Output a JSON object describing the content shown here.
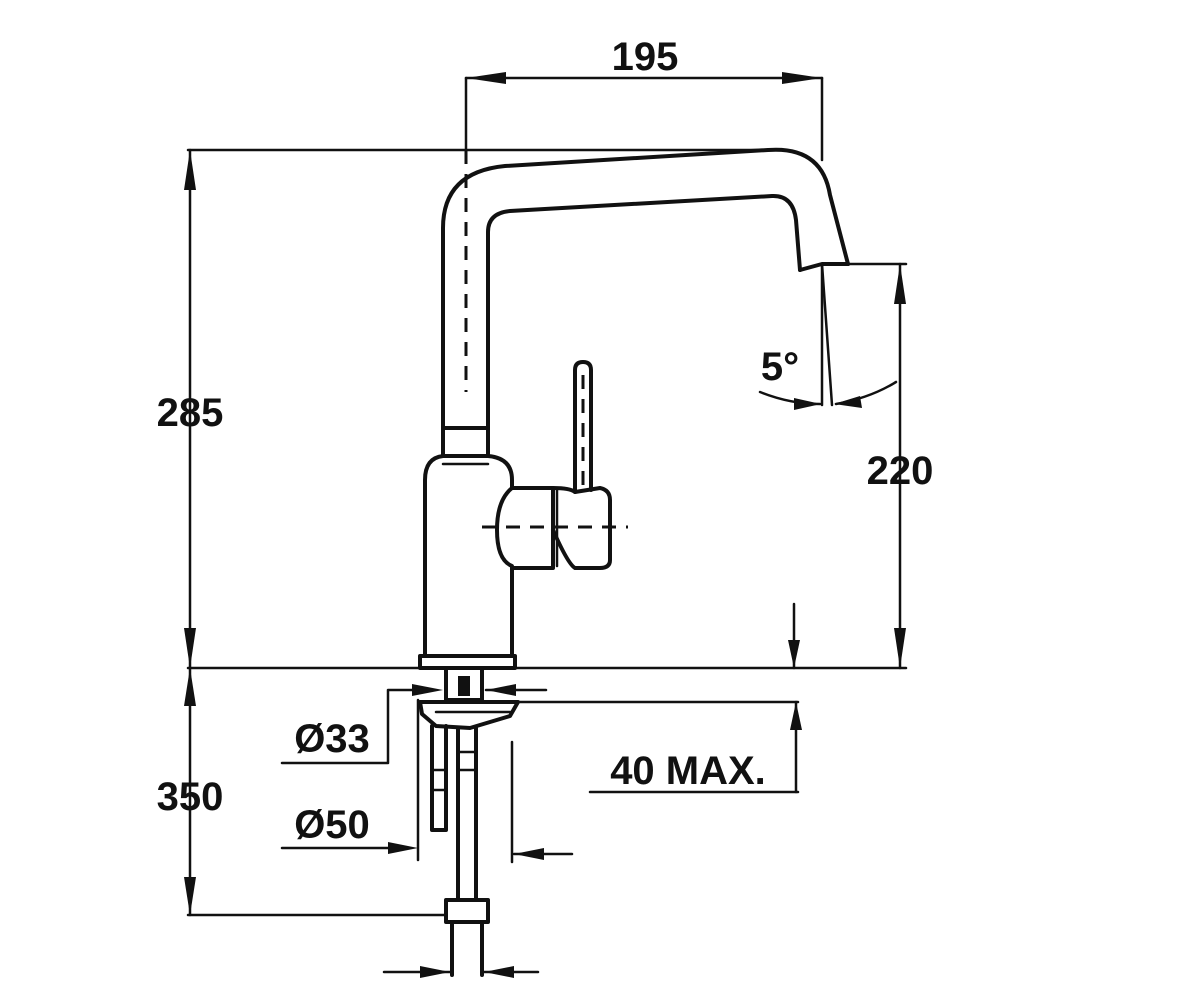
{
  "dimensions": {
    "spout_reach": "195",
    "total_height": "285",
    "spout_height": "220",
    "spout_angle": "5°",
    "hole_diameter": "Ø33",
    "base_diameter": "Ø50",
    "max_thickness": "40 MAX.",
    "hose_length": "350"
  }
}
